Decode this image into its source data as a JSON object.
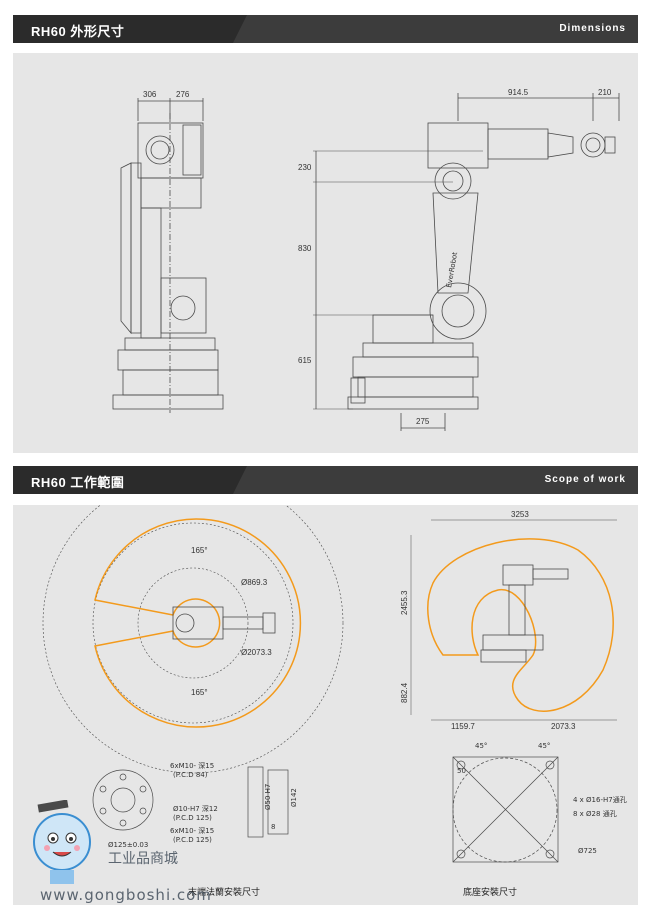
{
  "section1": {
    "title": "RH60 外形尺寸",
    "subtitle": "Dimensions"
  },
  "section2": {
    "title": "RH60 工作範圍",
    "subtitle": "Scope of work"
  },
  "side_view": {
    "dims": [
      "306",
      "276"
    ]
  },
  "front_view": {
    "dims": [
      "914.5",
      "210",
      "230",
      "830",
      "615",
      "275"
    ],
    "brand": "EverRobot"
  },
  "scope_top": {
    "angles": [
      "165°",
      "165°"
    ],
    "diameters": [
      "Ø869.3",
      "Ø2073.3"
    ]
  },
  "scope_side": {
    "dims": [
      "3253",
      "2455.3",
      "882.4",
      "1159.7",
      "2073.3"
    ]
  },
  "flange": {
    "labels": [
      "6xM10- 深15",
      "(P.C.D 84)",
      "Ø10-H7 深12",
      "(P.C.D 125)",
      "6xM10- 深15",
      "(P.C.D 125)",
      "Ø50 H7",
      "Ø142",
      "8",
      "Ø125±0.03"
    ],
    "caption": "末端法蘭安裝尺寸"
  },
  "base": {
    "labels": [
      "45°",
      "45°",
      "50",
      "4 x Ø16-H7通孔",
      "8 x Ø28 通孔",
      "Ø725"
    ],
    "caption": "底座安裝尺寸"
  },
  "watermark": {
    "cn": "工业品商城",
    "url": "www.gongboshi.com"
  },
  "colors": {
    "header": "#2b2b2b",
    "panel": "#e6e6e6",
    "scope": "#f39a1c",
    "line": "#4a4a4a"
  }
}
